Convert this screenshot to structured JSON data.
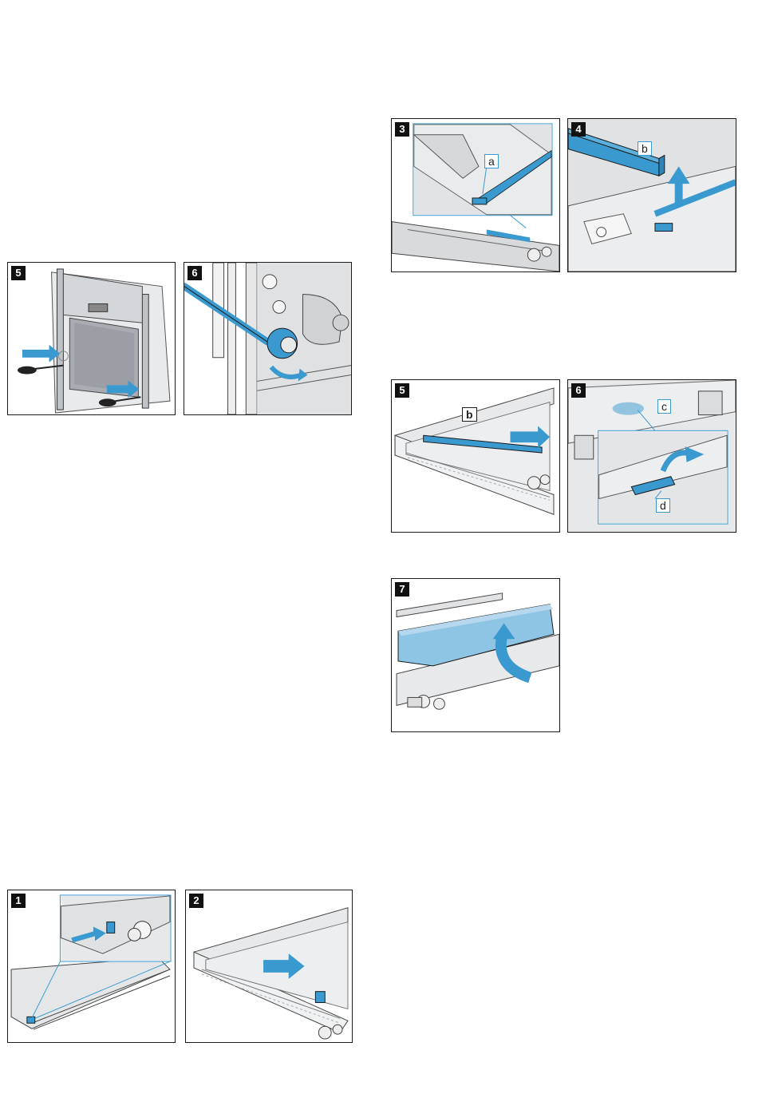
{
  "figures": {
    "fig5a": {
      "step": "5"
    },
    "fig6a": {
      "step": "6"
    },
    "fig3": {
      "step": "3",
      "callout": "a"
    },
    "fig4": {
      "step": "4",
      "callout": "b"
    },
    "fig5b": {
      "step": "5",
      "callout": "b"
    },
    "fig6b": {
      "step": "6",
      "callout_c": "c",
      "callout_d": "d"
    },
    "fig7": {
      "step": "7"
    },
    "fig1": {
      "step": "1"
    },
    "fig2": {
      "step": "2"
    }
  },
  "colors": {
    "accent_blue": "#3a9ad0",
    "glass_gray": "#e4e6e8",
    "frame_gray": "#b8bcc0",
    "outline": "#1a1a1a"
  }
}
